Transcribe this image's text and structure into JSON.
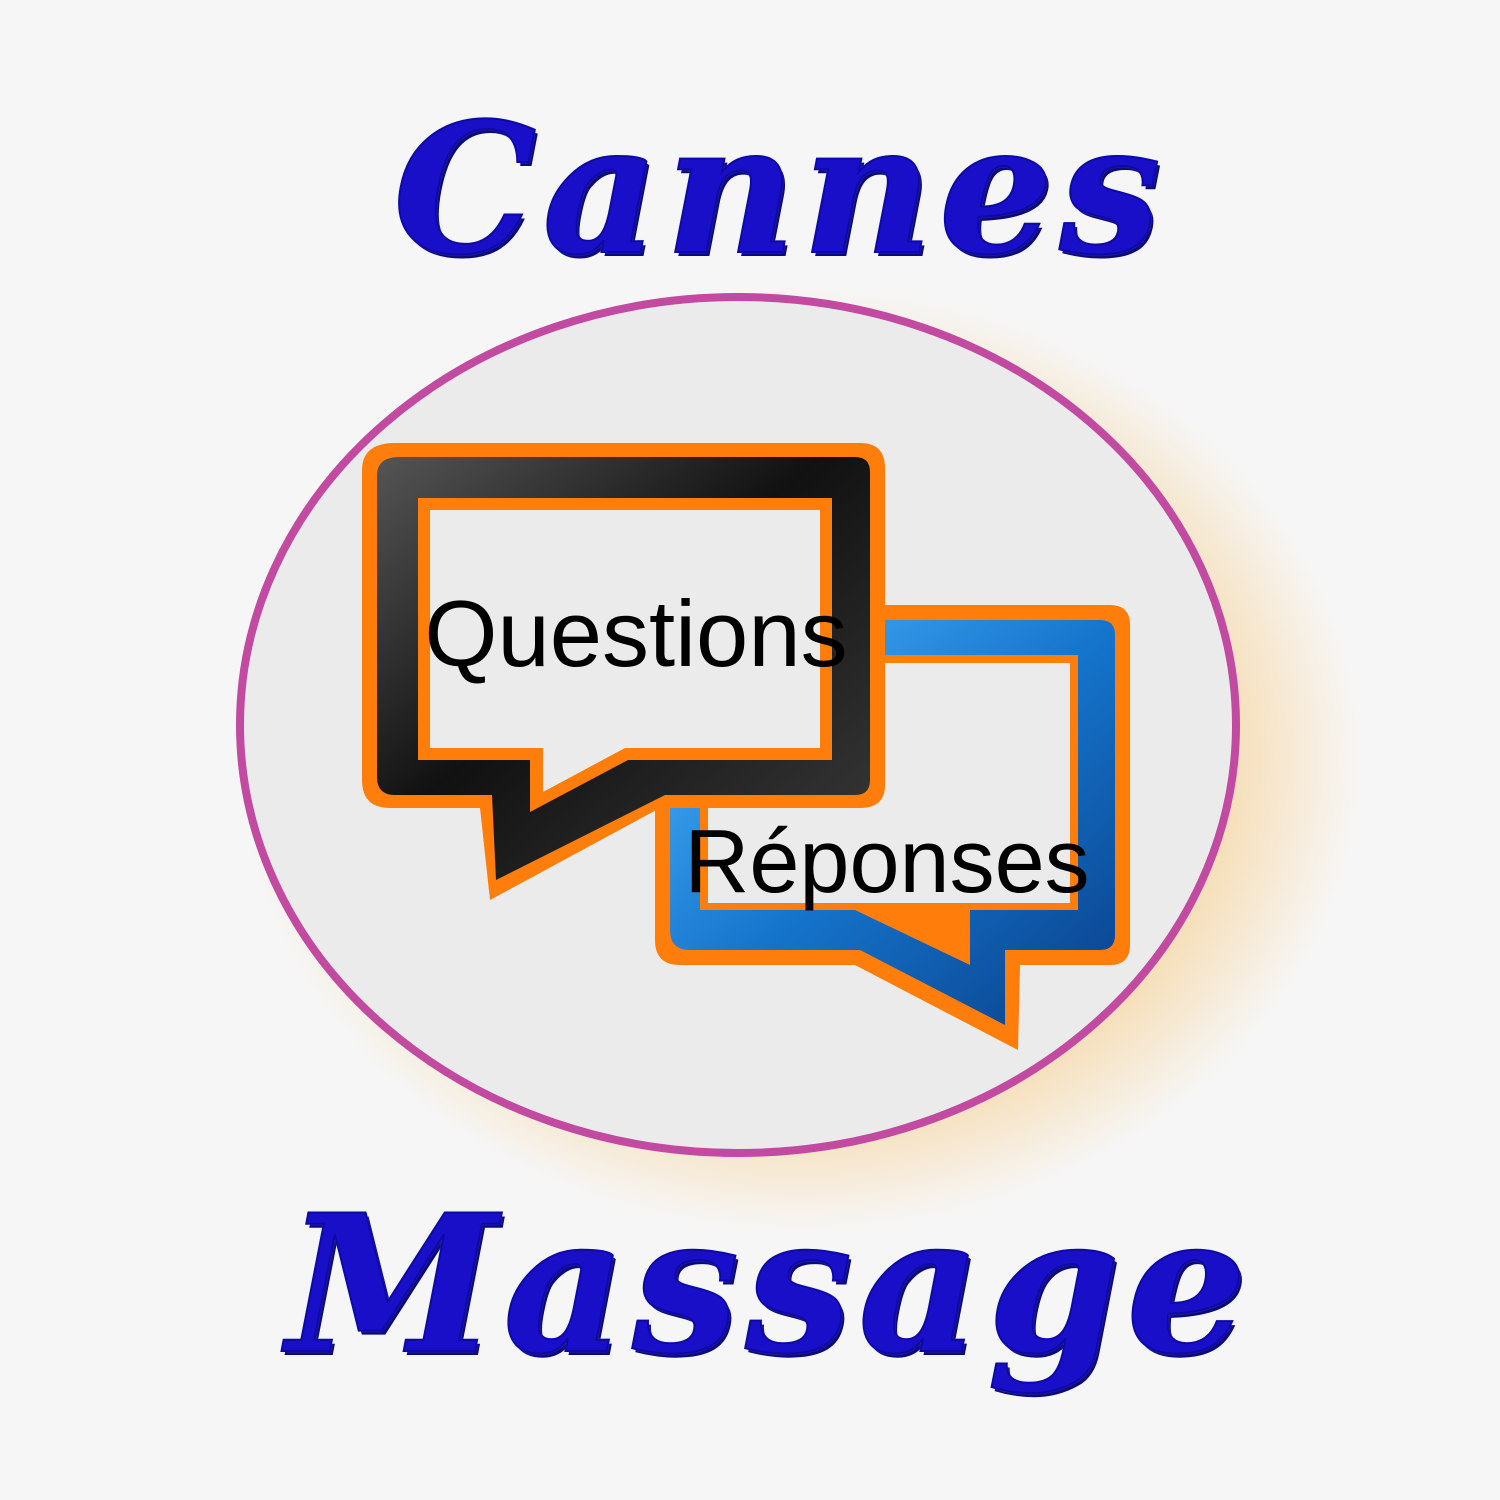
{
  "title_top": "Cannes",
  "title_bottom": "Massage",
  "bubble_left_text": "Questions",
  "bubble_right_text": "Réponses",
  "colors": {
    "background": "#f6f6f6",
    "title": "#1a0fc8",
    "ellipse_fill": "#ebebeb",
    "ellipse_stroke": "#c24aa0",
    "glow": "#f5c77a",
    "bubble_outline": "#ff7d0a",
    "bubble_left": "#2b2b2b",
    "bubble_right": "#1c8fe8"
  },
  "icons": {
    "left_bubble": "speech-bubble-icon",
    "right_bubble": "speech-bubble-icon"
  }
}
